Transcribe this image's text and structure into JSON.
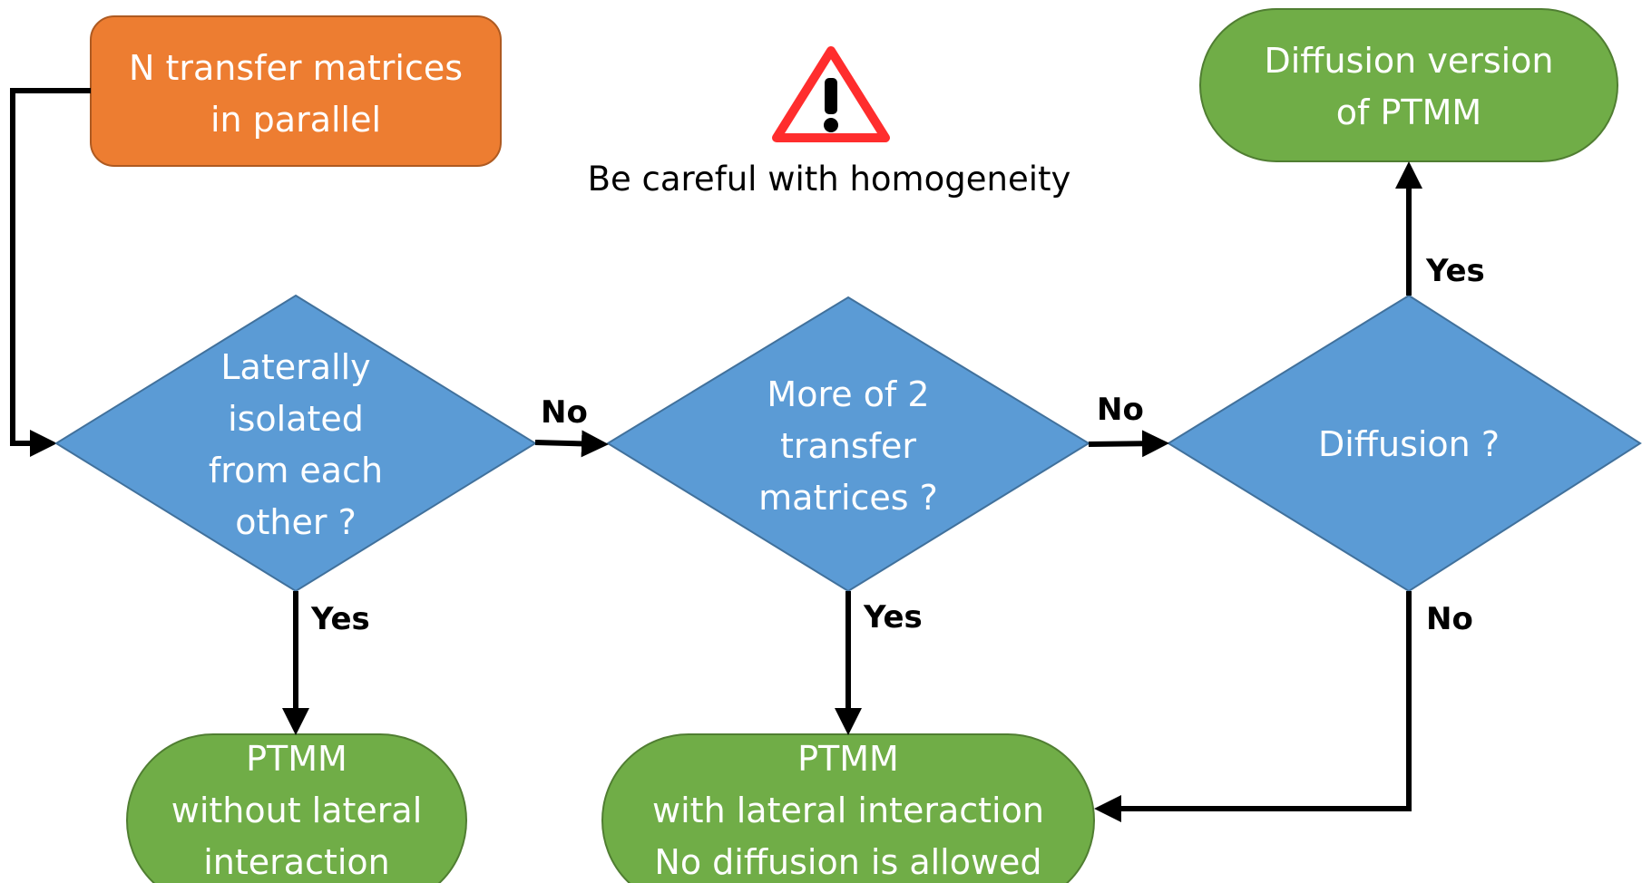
{
  "colors": {
    "start_fill": "#ED7D31",
    "start_stroke": "#AE5A21",
    "decision_fill": "#5B9BD5",
    "decision_stroke": "#41719C",
    "terminal_fill": "#70AD47",
    "terminal_stroke": "#507E32",
    "warning_red": "#FF2D2D",
    "arrow": "#000000"
  },
  "start": {
    "line1": "N transfer matrices",
    "line2": "in parallel"
  },
  "warning": {
    "icon": "warning-triangle-icon",
    "text": "Be careful with homogeneity"
  },
  "decisions": {
    "isolated": {
      "line1": "Laterally",
      "line2": "isolated",
      "line3": "from each",
      "line4": "other ?"
    },
    "more_than_two": {
      "line1": "More of 2",
      "line2": "transfer",
      "line3": "matrices ?"
    },
    "diffusion": {
      "line1": "Diffusion ?"
    }
  },
  "terminals": {
    "no_lateral": {
      "line1": "PTMM",
      "line2": "without lateral",
      "line3": "interaction"
    },
    "lateral": {
      "line1": "PTMM",
      "line2": "with lateral interaction",
      "line3": "No diffusion is allowed"
    },
    "diffusion_version": {
      "line1": "Diffusion version",
      "line2": "of PTMM"
    }
  },
  "edges": {
    "isolated_no": "No",
    "isolated_yes": "Yes",
    "more_no": "No",
    "more_yes": "Yes",
    "diffusion_yes": "Yes",
    "diffusion_no": "No"
  }
}
